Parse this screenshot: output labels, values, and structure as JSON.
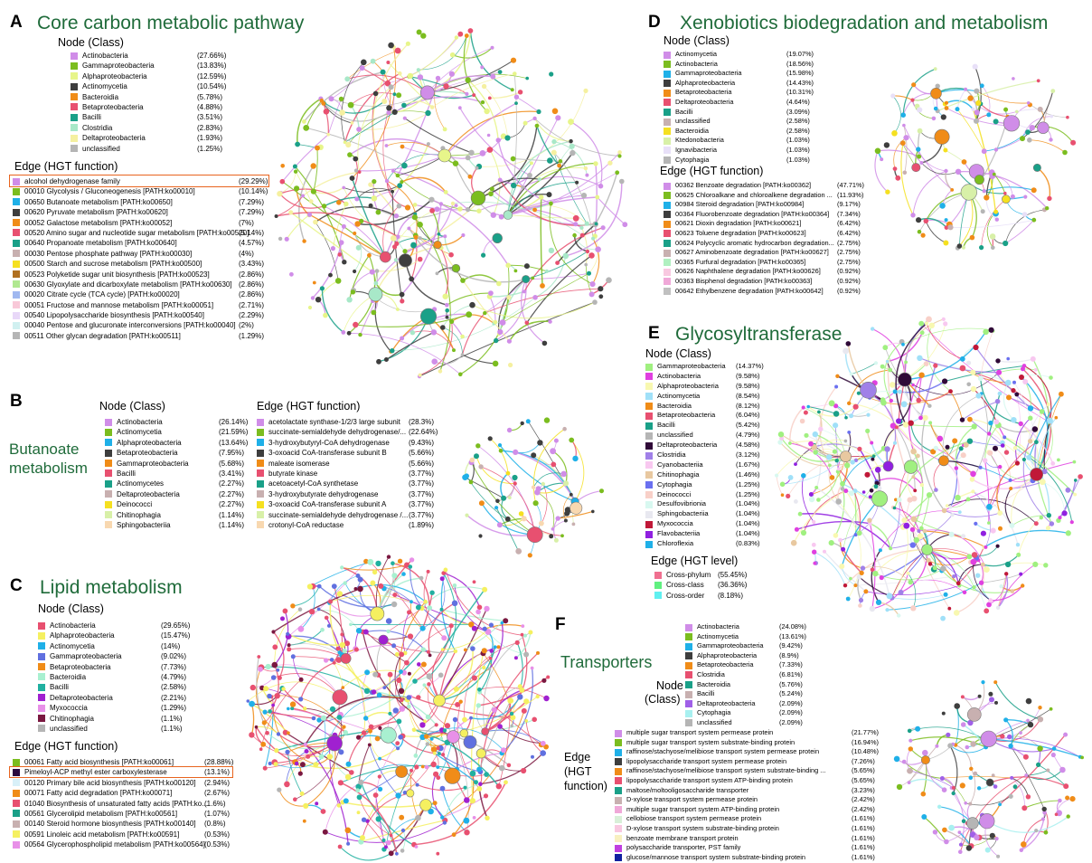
{
  "panels": {
    "A": {
      "letter": "A",
      "title": "Core carbon metabolic pathway",
      "node_heading": "Node (Class)",
      "edge_heading": "Edge (HGT function)",
      "nodes": [
        {
          "name": "Actinobacteria",
          "pct": "(27.66%)",
          "color": "#d08de8"
        },
        {
          "name": "Gammaproteobacteria",
          "pct": "(13.83%)",
          "color": "#7bbd1f"
        },
        {
          "name": "Alphaproteobacteria",
          "pct": "(12.59%)",
          "color": "#e7f58a"
        },
        {
          "name": "Actinomycetia",
          "pct": "(10.54%)",
          "color": "#3e3e3e"
        },
        {
          "name": "Bacteroidia",
          "pct": "(5.78%)",
          "color": "#f08c18"
        },
        {
          "name": "Betaproteobacteria",
          "pct": "(4.88%)",
          "color": "#e85070"
        },
        {
          "name": "Bacilli",
          "pct": "(3.51%)",
          "color": "#1aa088"
        },
        {
          "name": "Clostridia",
          "pct": "(2.83%)",
          "color": "#a8e8c8"
        },
        {
          "name": "Deltaproteobacteria",
          "pct": "(1.93%)",
          "color": "#f5f0a0"
        },
        {
          "name": "unclassified",
          "pct": "(1.25%)",
          "color": "#b5b5b5"
        }
      ],
      "edges": [
        {
          "name": "alcohol dehydrogenase family",
          "pct": "(29.29%)",
          "color": "#d08de8"
        },
        {
          "name": "00010 Glycolysis / Gluconeogenesis [PATH:ko00010]",
          "pct": "(10.14%)",
          "color": "#7bbd1f"
        },
        {
          "name": "00650 Butanoate metabolism [PATH:ko00650]",
          "pct": "(7.29%)",
          "color": "#1fb0e8"
        },
        {
          "name": "00620 Pyruvate metabolism [PATH:ko00620]",
          "pct": "(7.29%)",
          "color": "#3e3e3e"
        },
        {
          "name": "00052 Galactose metabolism [PATH:ko00052]",
          "pct": "(7%)",
          "color": "#f08c18"
        },
        {
          "name": "00520 Amino sugar and nucleotide sugar metabolism [PATH:ko00520]",
          "pct": "(5.14%)",
          "color": "#e85070"
        },
        {
          "name": "00640 Propanoate metabolism [PATH:ko00640]",
          "pct": "(4.57%)",
          "color": "#1aa088"
        },
        {
          "name": "00030 Pentose phosphate pathway [PATH:ko00030]",
          "pct": "(4%)",
          "color": "#c8b0b0"
        },
        {
          "name": "00500 Starch and sucrose metabolism [PATH:ko00500]",
          "pct": "(3.43%)",
          "color": "#f5e020"
        },
        {
          "name": "00523 Polyketide sugar unit biosynthesis [PATH:ko00523]",
          "pct": "(2.86%)",
          "color": "#b07020"
        },
        {
          "name": "00630 Glyoxylate and dicarboxylate metabolism [PATH:ko00630]",
          "pct": "(2.86%)",
          "color": "#b0e890"
        },
        {
          "name": "00020 Citrate cycle (TCA cycle) [PATH:ko00020]",
          "pct": "(2.86%)",
          "color": "#a0b8f0"
        },
        {
          "name": "00051 Fructose and mannose metabolism [PATH:ko00051]",
          "pct": "(2.71%)",
          "color": "#f8c8d8"
        },
        {
          "name": "00540 Lipopolysaccharide biosynthesis [PATH:ko00540]",
          "pct": "(2.29%)",
          "color": "#e8d8f8"
        },
        {
          "name": "00040 Pentose and glucuronate interconversions [PATH:ko00040]",
          "pct": "(2%)",
          "color": "#d0f0f0"
        },
        {
          "name": "00511 Other glycan degradation [PATH:ko00511]",
          "pct": "(1.29%)",
          "color": "#b5b5b5"
        }
      ]
    },
    "B": {
      "letter": "B",
      "title_line1": "Butanoate",
      "title_line2": "metabolism",
      "node_heading": "Node (Class)",
      "edge_heading": "Edge (HGT function)",
      "nodes": [
        {
          "name": "Actinobacteria",
          "pct": "(26.14%)",
          "color": "#d08de8"
        },
        {
          "name": "Actinomycetia",
          "pct": "(21.59%)",
          "color": "#7bbd1f"
        },
        {
          "name": "Alphaproteobacteria",
          "pct": "(13.64%)",
          "color": "#1fb0e8"
        },
        {
          "name": "Betaproteobacteria",
          "pct": "(7.95%)",
          "color": "#3e3e3e"
        },
        {
          "name": "Gammaproteobacteria",
          "pct": "(5.68%)",
          "color": "#f08c18"
        },
        {
          "name": "Bacilli",
          "pct": "(3.41%)",
          "color": "#e85070"
        },
        {
          "name": "Actinomycetes",
          "pct": "(2.27%)",
          "color": "#1aa088"
        },
        {
          "name": "Deltaproteobacteria",
          "pct": "(2.27%)",
          "color": "#c8b0b0"
        },
        {
          "name": "Deinococci",
          "pct": "(2.27%)",
          "color": "#f5e020"
        },
        {
          "name": "Chitinophagia",
          "pct": "(1.14%)",
          "color": "#d8f0a8"
        },
        {
          "name": "Sphingobacteriia",
          "pct": "(1.14%)",
          "color": "#f8d8b0"
        }
      ],
      "edges": [
        {
          "name": "acetolactate synthase-1/2/3 large subunit",
          "pct": "(28.3%)",
          "color": "#d08de8"
        },
        {
          "name": "succinate-semialdehyde dehydrogenase/...",
          "pct": "(22.64%)",
          "color": "#7bbd1f"
        },
        {
          "name": "3-hydroxybutyryl-CoA dehydrogenase",
          "pct": "(9.43%)",
          "color": "#1fb0e8"
        },
        {
          "name": "3-oxoacid CoA-transferase subunit B",
          "pct": "(5.66%)",
          "color": "#3e3e3e"
        },
        {
          "name": "maleate isomerase",
          "pct": "(5.66%)",
          "color": "#f08c18"
        },
        {
          "name": "butyrate kinase",
          "pct": "(3.77%)",
          "color": "#e85070"
        },
        {
          "name": "acetoacetyl-CoA synthetase",
          "pct": "(3.77%)",
          "color": "#1aa088"
        },
        {
          "name": "3-hydroxybutyrate dehydrogenase",
          "pct": "(3.77%)",
          "color": "#c8b0b0"
        },
        {
          "name": "3-oxoacid CoA-transferase subunit A",
          "pct": "(3.77%)",
          "color": "#f5e020"
        },
        {
          "name": "succinate-semialdehyde dehydrogenase /...",
          "pct": "(3.77%)",
          "color": "#d8f0a8"
        },
        {
          "name": "crotonyl-CoA reductase",
          "pct": "(1.89%)",
          "color": "#f8d8b0"
        }
      ]
    },
    "C": {
      "letter": "C",
      "title": "Lipid metabolism",
      "node_heading": "Node (Class)",
      "edge_heading": "Edge (HGT function)",
      "nodes": [
        {
          "name": "Actinobacteria",
          "pct": "(29.65%)",
          "color": "#e85070"
        },
        {
          "name": "Alphaproteobacteria",
          "pct": "(15.47%)",
          "color": "#f5f060"
        },
        {
          "name": "Actinomycetia",
          "pct": "(14%)",
          "color": "#1fb0e8"
        },
        {
          "name": "Gammaproteobacteria",
          "pct": "(9.02%)",
          "color": "#6070e0"
        },
        {
          "name": "Betaproteobacteria",
          "pct": "(7.73%)",
          "color": "#f08c18"
        },
        {
          "name": "Bacteroidia",
          "pct": "(4.79%)",
          "color": "#a8f0d0"
        },
        {
          "name": "Bacilli",
          "pct": "(2.58%)",
          "color": "#20b0a0"
        },
        {
          "name": "Deltaproteobacteria",
          "pct": "(2.21%)",
          "color": "#a020d0"
        },
        {
          "name": "Myxococcia",
          "pct": "(1.29%)",
          "color": "#e890e8"
        },
        {
          "name": "Chitinophagia",
          "pct": "(1.1%)",
          "color": "#7a1840"
        },
        {
          "name": "unclassified",
          "pct": "(1.1%)",
          "color": "#b5b5b5"
        }
      ],
      "edges": [
        {
          "name": "00061 Fatty acid biosynthesis [PATH:ko00061]",
          "pct": "(28.88%)",
          "color": "#7bbd1f"
        },
        {
          "name": "Pimeloyl-ACP methyl ester carboxylesterase",
          "pct": "(13.1%)",
          "color": "#2a0a40"
        },
        {
          "name": "00120 Primary bile acid biosynthesis [PATH:ko00120]",
          "pct": "(2.94%)",
          "color": "#d8f0f8"
        },
        {
          "name": "00071 Fatty acid degradation [PATH:ko00071]",
          "pct": "(2.67%)",
          "color": "#f08c18"
        },
        {
          "name": "01040 Biosynthesis of unsaturated fatty acids [PATH:ko...",
          "pct": "(1.6%)",
          "color": "#e85070"
        },
        {
          "name": "00561 Glycerolipid metabolism [PATH:ko00561]",
          "pct": "(1.07%)",
          "color": "#1aa088"
        },
        {
          "name": "00140 Steroid hormone biosynthesis [PATH:ko00140]",
          "pct": "(0.8%)",
          "color": "#c8b0b0"
        },
        {
          "name": "00591 Linoleic acid metabolism [PATH:ko00591]",
          "pct": "(0.53%)",
          "color": "#f5f060"
        },
        {
          "name": "00564 Glycerophospholipid metabolism [PATH:ko00564]",
          "pct": "(0.53%)",
          "color": "#e890e8"
        }
      ]
    },
    "D": {
      "letter": "D",
      "title": "Xenobiotics biodegradation and metabolism",
      "node_heading": "Node (Class)",
      "edge_heading": "Edge (HGT function)",
      "nodes": [
        {
          "name": "Actinomycetia",
          "pct": "(19.07%)",
          "color": "#d08de8"
        },
        {
          "name": "Actinobacteria",
          "pct": "(18.56%)",
          "color": "#7bbd1f"
        },
        {
          "name": "Gammaproteobacteria",
          "pct": "(15.98%)",
          "color": "#1fb0e8"
        },
        {
          "name": "Alphaproteobacteria",
          "pct": "(14.43%)",
          "color": "#3e3e3e"
        },
        {
          "name": "Betaproteobacteria",
          "pct": "(10.31%)",
          "color": "#f08c18"
        },
        {
          "name": "Deltaproteobacteria",
          "pct": "(4.64%)",
          "color": "#e85070"
        },
        {
          "name": "Bacilli",
          "pct": "(3.09%)",
          "color": "#1aa088"
        },
        {
          "name": "unclassified",
          "pct": "(2.58%)",
          "color": "#c8b0b0"
        },
        {
          "name": "Bacteroidia",
          "pct": "(2.58%)",
          "color": "#f5e020"
        },
        {
          "name": "Ktedonobacteria",
          "pct": "(1.03%)",
          "color": "#d8f0a8"
        },
        {
          "name": "Ignavibacteria",
          "pct": "(1.03%)",
          "color": "#e8e0f8"
        },
        {
          "name": "Cytophagia",
          "pct": "(1.03%)",
          "color": "#b5b5b5"
        }
      ],
      "edges": [
        {
          "name": "00362 Benzoate degradation [PATH:ko00362]",
          "pct": "(47.71%)",
          "color": "#d08de8"
        },
        {
          "name": "00625 Chloroalkane and chloroalkene degradation ...",
          "pct": "(11.93%)",
          "color": "#7bbd1f"
        },
        {
          "name": "00984 Steroid degradation [PATH:ko00984]",
          "pct": "(9.17%)",
          "color": "#1fb0e8"
        },
        {
          "name": "00364 Fluorobenzoate degradation [PATH:ko00364]",
          "pct": "(7.34%)",
          "color": "#3e3e3e"
        },
        {
          "name": "00621 Dioxin degradation [PATH:ko00621]",
          "pct": "(6.42%)",
          "color": "#f08c18"
        },
        {
          "name": "00623 Toluene degradation [PATH:ko00623]",
          "pct": "(6.42%)",
          "color": "#e85070"
        },
        {
          "name": "00624 Polycyclic aromatic hydrocarbon degradation...",
          "pct": "(2.75%)",
          "color": "#1aa088"
        },
        {
          "name": "00627 Aminobenzoate degradation [PATH:ko00627]",
          "pct": "(2.75%)",
          "color": "#c8b0b0"
        },
        {
          "name": "00365 Furfural degradation [PATH:ko00365]",
          "pct": "(2.75%)",
          "color": "#b0f0c0"
        },
        {
          "name": "00626 Naphthalene degradation [PATH:ko00626]",
          "pct": "(0.92%)",
          "color": "#f8c8e0"
        },
        {
          "name": "00363 Bisphenol degradation [PATH:ko00363]",
          "pct": "(0.92%)",
          "color": "#f0a8d8"
        },
        {
          "name": "00642 Ethylbenzene degradation [PATH:ko00642]",
          "pct": "(0.92%)",
          "color": "#c0c0c0"
        }
      ]
    },
    "E": {
      "letter": "E",
      "title": "Glycosyltransferase",
      "node_heading": "Node (Class)",
      "edge_heading": "Edge (HGT level)",
      "nodes": [
        {
          "name": "Gammaproteobacteria",
          "pct": "(14.37%)",
          "color": "#a0f080"
        },
        {
          "name": "Actinobacteria",
          "pct": "(9.58%)",
          "color": "#e040e0"
        },
        {
          "name": "Alphaproteobacteria",
          "pct": "(9.58%)",
          "color": "#f8f8b0"
        },
        {
          "name": "Actinomycetia",
          "pct": "(8.54%)",
          "color": "#a0e0f8"
        },
        {
          "name": "Bacteroidia",
          "pct": "(8.12%)",
          "color": "#f08c18"
        },
        {
          "name": "Betaproteobacteria",
          "pct": "(6.04%)",
          "color": "#e85070"
        },
        {
          "name": "Bacilli",
          "pct": "(5.42%)",
          "color": "#1aa088"
        },
        {
          "name": "unclassified",
          "pct": "(4.79%)",
          "color": "#b5b5b5"
        },
        {
          "name": "Deltaproteobacteria",
          "pct": "(4.58%)",
          "color": "#300a38"
        },
        {
          "name": "Clostridia",
          "pct": "(3.12%)",
          "color": "#a080e8"
        },
        {
          "name": "Cyanobacteriia",
          "pct": "(1.67%)",
          "color": "#f8c8f0"
        },
        {
          "name": "Chitinophagia",
          "pct": "(1.46%)",
          "color": "#e8c8a0"
        },
        {
          "name": "Cytophagia",
          "pct": "(1.25%)",
          "color": "#6a70f0"
        },
        {
          "name": "Deinococci",
          "pct": "(1.25%)",
          "color": "#f8d0c8"
        },
        {
          "name": "Desulfovibrionia",
          "pct": "(1.04%)",
          "color": "#d8f8f0"
        },
        {
          "name": "Sphingobacteriia",
          "pct": "(1.04%)",
          "color": "#e8e8f0"
        },
        {
          "name": "Myxococcia",
          "pct": "(1.04%)",
          "color": "#c01838"
        },
        {
          "name": "Flavobacteriia",
          "pct": "(1.04%)",
          "color": "#9020e0"
        },
        {
          "name": "Chloroflexia",
          "pct": "(0.83%)",
          "color": "#1fb0e8"
        }
      ],
      "edges": [
        {
          "name": "Cross-phylum",
          "pct": "(55.45%)",
          "color": "#f07090"
        },
        {
          "name": "Cross-class",
          "pct": "(36.36%)",
          "color": "#60f080"
        },
        {
          "name": "Cross-order",
          "pct": "(8.18%)",
          "color": "#60f0f0"
        }
      ]
    },
    "F": {
      "letter": "F",
      "title": "Transporters",
      "node_heading_line1": "Node",
      "node_heading_line2": "(Class)",
      "edge_heading_line1": "Edge",
      "edge_heading_line2": "(HGT",
      "edge_heading_line3": "function)",
      "nodes": [
        {
          "name": "Actinobacteria",
          "pct": "(24.08%)",
          "color": "#d08de8"
        },
        {
          "name": "Actinomycetia",
          "pct": "(13.61%)",
          "color": "#7bbd1f"
        },
        {
          "name": "Gammaproteobacteria",
          "pct": "(9.42%)",
          "color": "#1fb0e8"
        },
        {
          "name": "Alphaproteobacteria",
          "pct": "(8.9%)",
          "color": "#3e3e3e"
        },
        {
          "name": "Betaproteobacteria",
          "pct": "(7.33%)",
          "color": "#f08c18"
        },
        {
          "name": "Clostridia",
          "pct": "(6.81%)",
          "color": "#e85070"
        },
        {
          "name": "Bacteroidia",
          "pct": "(5.76%)",
          "color": "#1aa088"
        },
        {
          "name": "Bacilli",
          "pct": "(5.24%)",
          "color": "#c8b0b0"
        },
        {
          "name": "Deltaproteobacteria",
          "pct": "(2.09%)",
          "color": "#a060e8"
        },
        {
          "name": "Cytophagia",
          "pct": "(2.09%)",
          "color": "#a8f0f0"
        },
        {
          "name": "unclassified",
          "pct": "(2.09%)",
          "color": "#b5b5b5"
        }
      ],
      "edges": [
        {
          "name": "multiple sugar transport system permease protein",
          "pct": "(21.77%)",
          "color": "#d08de8"
        },
        {
          "name": "multiple sugar transport system substrate-binding protein",
          "pct": "(16.94%)",
          "color": "#7bbd1f"
        },
        {
          "name": "raffinose/stachyose/melibiose transport system permease protein",
          "pct": "(10.48%)",
          "color": "#1fb0e8"
        },
        {
          "name": "lipopolysaccharide transport system permease protein",
          "pct": "(7.26%)",
          "color": "#3e3e3e"
        },
        {
          "name": "raffinose/stachyose/melibiose transport system substrate-binding ...",
          "pct": "(5.65%)",
          "color": "#f08c18"
        },
        {
          "name": "lipopolysaccharide transport system ATP-binding protein",
          "pct": "(5.65%)",
          "color": "#e85070"
        },
        {
          "name": "maltose/moltooligosaccharide transporter",
          "pct": "(3.23%)",
          "color": "#1aa088"
        },
        {
          "name": "D-xylose transport system permease protein",
          "pct": "(2.42%)",
          "color": "#c8b0b0"
        },
        {
          "name": "multiple sugar transport system ATP-binding protein",
          "pct": "(2.42%)",
          "color": "#f0a8d8"
        },
        {
          "name": "cellobiose transport system permease protein",
          "pct": "(1.61%)",
          "color": "#d8f0d8"
        },
        {
          "name": "D-xylose transport system substrate-binding protein",
          "pct": "(1.61%)",
          "color": "#f8c8e0"
        },
        {
          "name": "benzoate membrane transport protein",
          "pct": "(1.61%)",
          "color": "#f8f0c0"
        },
        {
          "name": "polysaccharide transporter, PST family",
          "pct": "(1.61%)",
          "color": "#c040e0"
        },
        {
          "name": "glucose/mannose transport system substrate-binding protein",
          "pct": "(1.61%)",
          "color": "#1020a0"
        }
      ]
    }
  }
}
